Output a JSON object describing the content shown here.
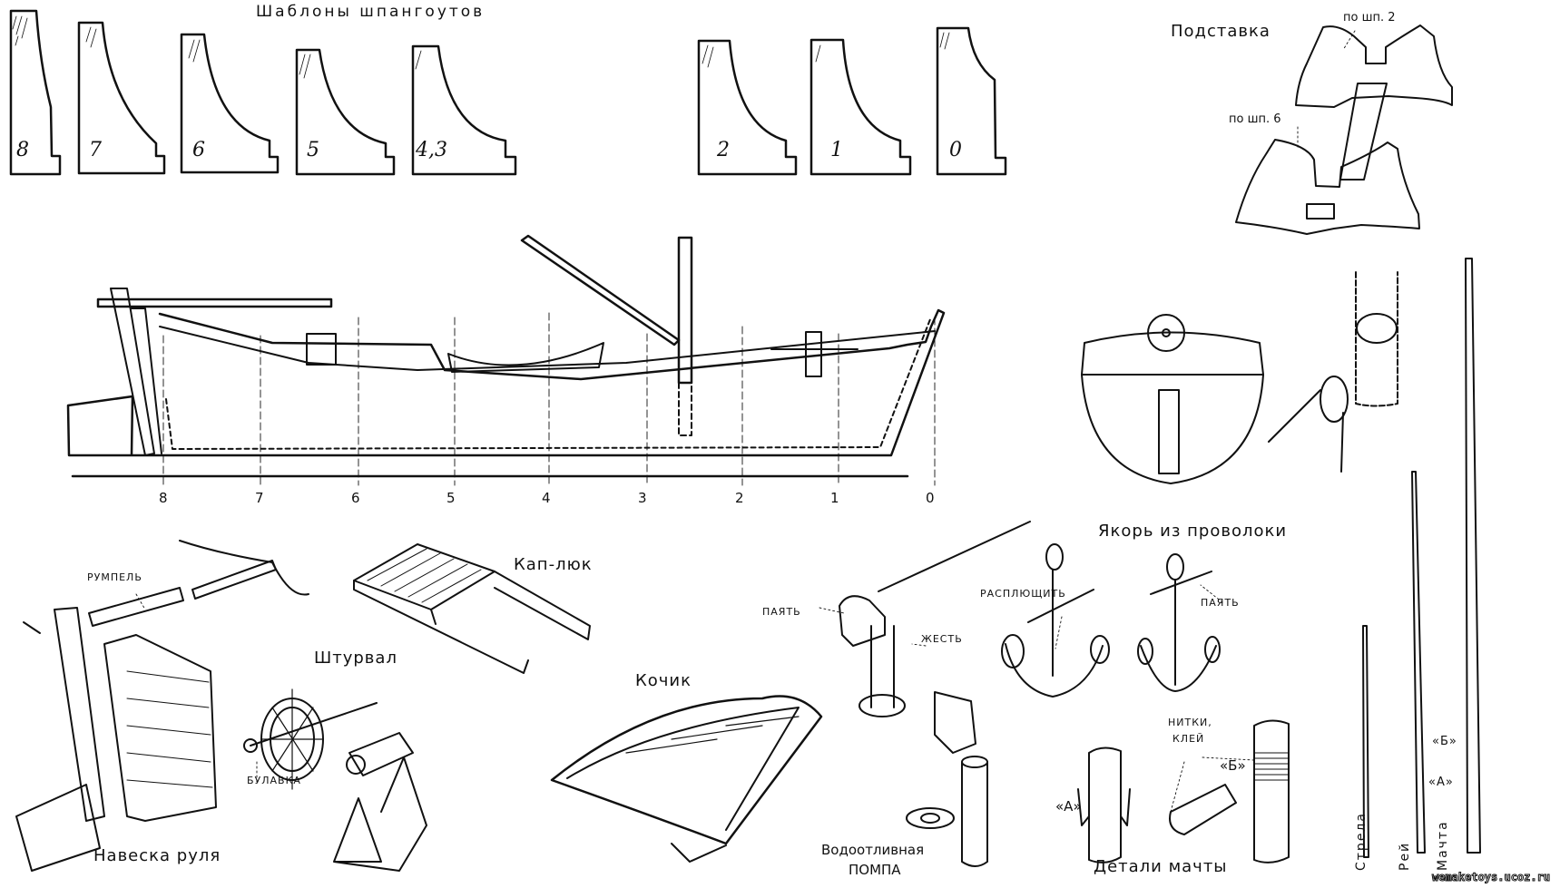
{
  "frame_templates": {
    "title": "Шаблоны шпангоутов",
    "frames": [
      "8",
      "7",
      "6",
      "5",
      "4,3",
      "2",
      "1",
      "0"
    ]
  },
  "stand": {
    "title": "Подставка",
    "label_frame2": "по шп. 2",
    "label_frame6": "по шп. 6"
  },
  "hull_profile": {
    "station_labels": [
      "8",
      "7",
      "6",
      "5",
      "4",
      "3",
      "2",
      "1",
      "0"
    ]
  },
  "rudder": {
    "title": "Навеска руля",
    "tiller_label": "румпель"
  },
  "hatch": {
    "title": "Кап-люк"
  },
  "wheel": {
    "title": "Штурвал",
    "pin_label": "булавка"
  },
  "boat": {
    "title": "Кочик"
  },
  "pump": {
    "title_line1": "Водоотливная",
    "title_line2": "помпа",
    "solder_label": "паять",
    "tin_label": "жесть"
  },
  "anchor": {
    "title": "Якорь из проволоки",
    "flatten_label": "расплющить",
    "solder_label": "паять"
  },
  "mast_details": {
    "title": "Детали мачты",
    "thread_label_line1": "нитки,",
    "thread_label_line2": "клей",
    "detail_a": "«А»",
    "detail_b": "«Б»"
  },
  "spars": {
    "boom": "Стрела",
    "yard": "Рей",
    "mast": "Мачта",
    "detail_a": "«А»",
    "detail_b": "«Б»"
  },
  "watermark": "wemaketoys.ucoz.ru"
}
